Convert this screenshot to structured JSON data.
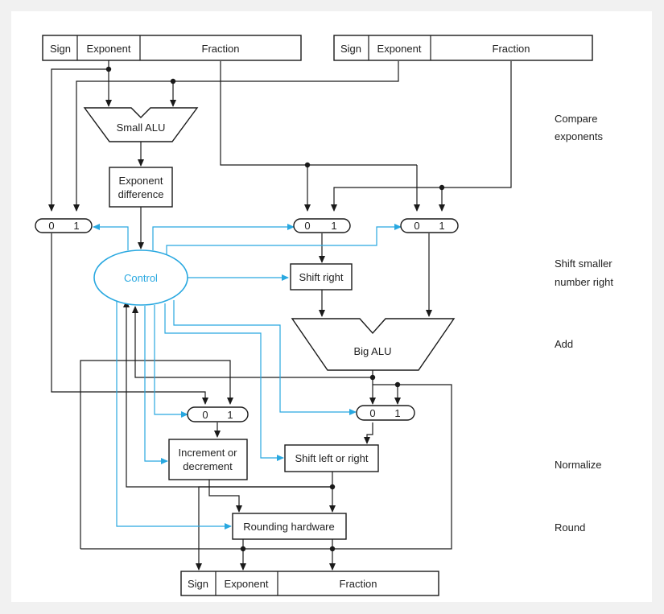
{
  "inputs": {
    "left": {
      "sign": "Sign",
      "exponent": "Exponent",
      "fraction": "Fraction"
    },
    "right": {
      "sign": "Sign",
      "exponent": "Exponent",
      "fraction": "Fraction"
    }
  },
  "output": {
    "sign": "Sign",
    "exponent": "Exponent",
    "fraction": "Fraction"
  },
  "blocks": {
    "small_alu": "Small ALU",
    "exp_diff_1": "Exponent",
    "exp_diff_2": "difference",
    "control": "Control",
    "shift_right": "Shift right",
    "big_alu": "Big ALU",
    "inc_dec_1": "Increment or",
    "inc_dec_2": "decrement",
    "shift_lr": "Shift left or right",
    "rounding": "Rounding hardware"
  },
  "mux": {
    "zero": "0",
    "one": "1"
  },
  "stages": {
    "compare_1": "Compare",
    "compare_2": "exponents",
    "shift_1": "Shift smaller",
    "shift_2": "number right",
    "add": "Add",
    "normalize": "Normalize",
    "round": "Round"
  },
  "colors": {
    "wire": "#1a1a1a",
    "control": "#29a8e0"
  }
}
